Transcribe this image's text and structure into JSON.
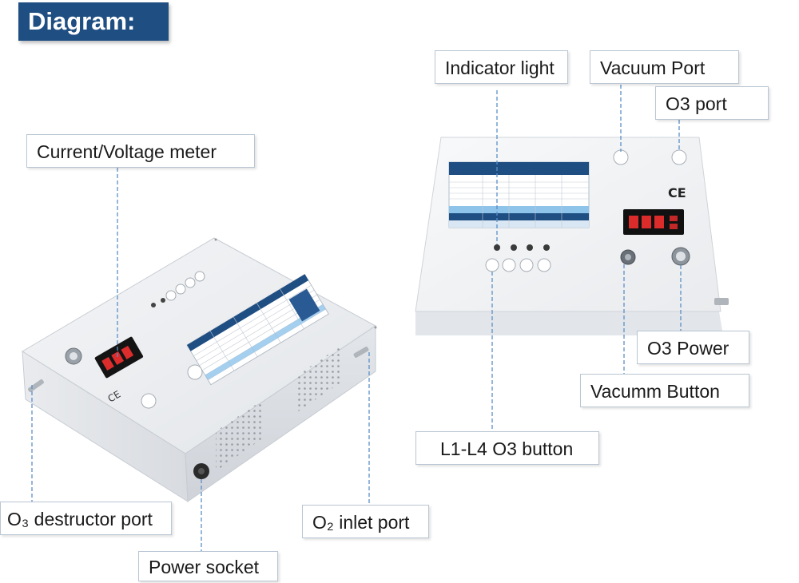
{
  "title": "Diagram:",
  "labels": {
    "indicator_light": "Indicator light",
    "vacuum_port": "Vacuum Port",
    "o3_port": "O3 port",
    "current_voltage_meter": "Current/Voltage meter",
    "o3_power": "O3 Power",
    "vacuum_button": "Vacumm Button",
    "l1_l4_button": "L1-L4 O3 button",
    "o3_destructor_port": "O₃ destructor port",
    "o2_inlet_port": "O₂ inlet port",
    "power_socket": "Power socket"
  },
  "colors": {
    "banner": "#1f4e82",
    "leader_line": "#5b8fc7",
    "device_body": "#eef0f3",
    "table_header": "#1f4e82",
    "meter_digits": "#ff3030"
  }
}
